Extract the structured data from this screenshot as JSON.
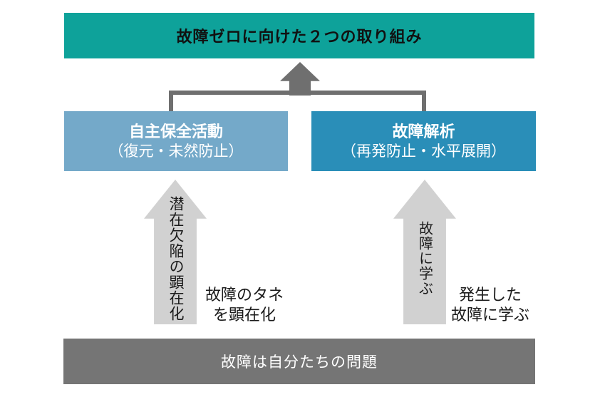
{
  "colors": {
    "teal_header": "#0EA29A",
    "light_blue_box": "#74A9C9",
    "blue_box": "#2A8EB8",
    "connector_gray": "#6F6F6F",
    "light_arrow_gray": "#D1D1D1",
    "base_box_gray": "#757575",
    "dark_text": "#1A1A1A",
    "light_text": "#FFFFFF",
    "background": "#FFFFFF"
  },
  "goal_box": {
    "label": "故障ゼロに向けた２つの取り組み"
  },
  "activity_box_left": {
    "title": "自主保全活動",
    "subtitle": "（復元・未然防止）"
  },
  "activity_box_right": {
    "title": "故障解析",
    "subtitle": "（再発防止・水平展開）"
  },
  "arrow_left": {
    "label": "潜在欠陥の顕在化",
    "note_line1": "故障のタネ",
    "note_line2": "を顕在化"
  },
  "arrow_right": {
    "label": "故障に学ぶ",
    "note_line1": "発生した",
    "note_line2": "故障に学ぶ"
  },
  "base_box": {
    "label": "故障は自分たちの問題"
  }
}
